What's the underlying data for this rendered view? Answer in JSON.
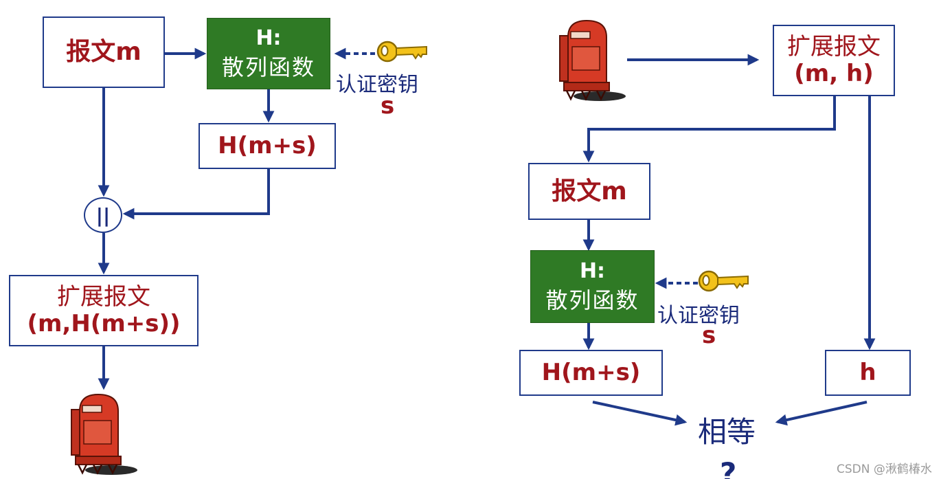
{
  "left": {
    "message_box": "报文m",
    "hash_box": {
      "title": "H:",
      "subtitle": "散列函数"
    },
    "key_label": "认证密钥",
    "key_symbol": "s",
    "digest_box": "H(m+s)",
    "concat_symbol": "||",
    "extended_box": {
      "line1": "扩展报文",
      "line2": "(m,H(m+s))"
    }
  },
  "right": {
    "extended_box": {
      "line1": "扩展报文",
      "line2": "(m, h)"
    },
    "message_box": "报文m",
    "hash_box": {
      "title": "H:",
      "subtitle": "散列函数"
    },
    "key_label": "认证密钥",
    "key_symbol": "s",
    "digest_box": "H(m+s)",
    "h_box": "h",
    "compare_label": "相等",
    "compare_question": "?"
  },
  "watermark": "CSDN @湫鹤椿水",
  "colors": {
    "box_border": "#1f3a8a",
    "arrow": "#1f3a8a",
    "text_red": "#a0161c",
    "hash_green": "#2f7a25",
    "key_gold": "#f3c21b"
  },
  "icons": [
    "mailbox-icon",
    "key-icon"
  ]
}
